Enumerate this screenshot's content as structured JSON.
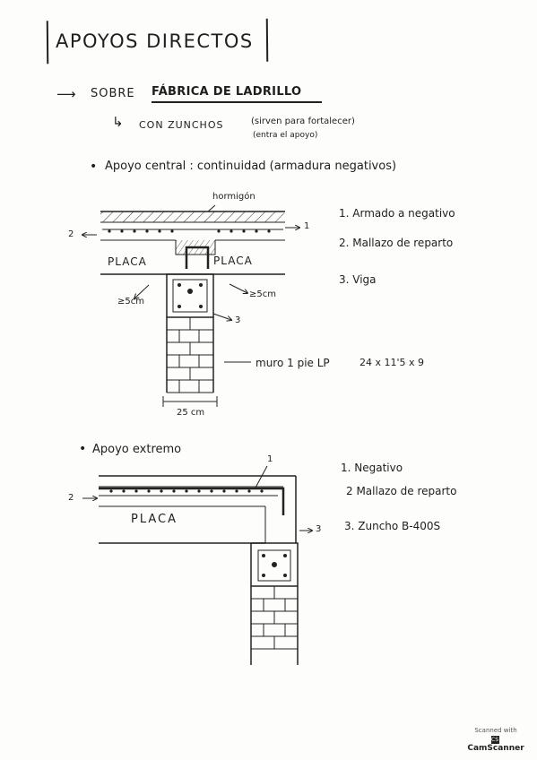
{
  "title": "APOYOS DIRECTOS",
  "section1": {
    "heading_prefix": "SOBRE",
    "heading_main": "FÁBRICA DE LADRILLO",
    "sub_label": "CON ZUNCHOS",
    "sub_note_1": "(sirven para fortalecer)",
    "sub_note_2": "(entra el apoyo)"
  },
  "central": {
    "heading": "Apoyo central : continuidad (armadura negativos)",
    "hormigon_label": "hormigón",
    "placa_left": "PLACA",
    "placa_right": "PLACA",
    "dim_left": "≥5cm",
    "dim_right": "≥5cm",
    "callout_1": "1",
    "callout_2": "2",
    "callout_3": "3",
    "legend": [
      "1. Armado a negativo",
      "2. Mallazo de reparto",
      "3. Viga"
    ],
    "muro_label": "muro 1 pie LP",
    "muro_dims": "24 x 11'5 x 9",
    "width_label": "25 cm"
  },
  "extremo": {
    "heading": "Apoyo extremo",
    "placa": "PLACA",
    "callout_1": "1",
    "callout_2": "2",
    "callout_3": "3",
    "legend": [
      "1. Negativo",
      "2  Mallazo de reparto",
      "3. Zuncho  B-400S"
    ]
  },
  "watermark": {
    "line1": "Scanned with",
    "brand": "CamScanner",
    "logo": "CS"
  }
}
